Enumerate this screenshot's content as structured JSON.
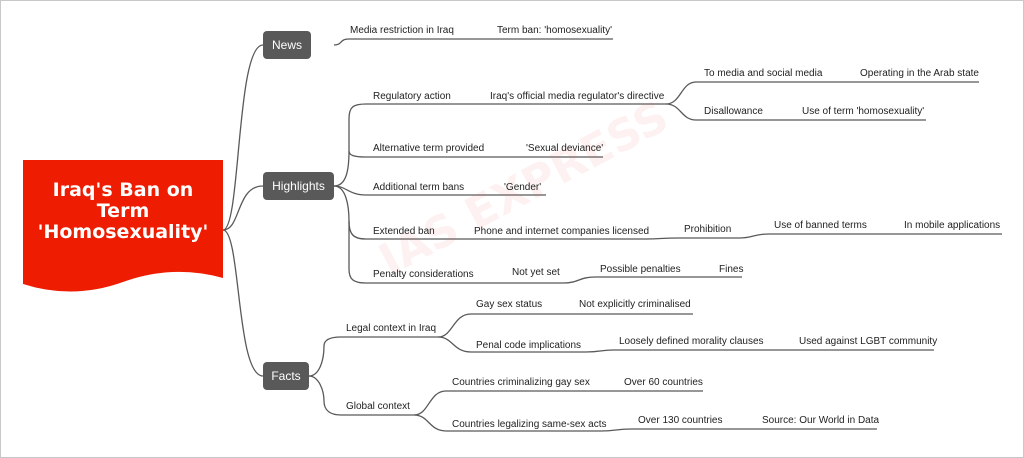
{
  "title": "Iraq's Ban on Term 'Homosexuality'",
  "title_lines": [
    "Iraq's Ban on",
    "Term",
    "'Homosexuality'"
  ],
  "watermark": "IAS EXPRESS",
  "colors": {
    "root": "#ee1c00",
    "branch": "#595959",
    "line": "#595959"
  },
  "news": {
    "label": "News",
    "media_restriction": "Media restriction in Iraq",
    "term_ban": "Term ban: 'homosexuality'"
  },
  "highlights": {
    "label": "Highlights",
    "regulatory_action": "Regulatory action",
    "directive": "Iraq's official media regulator's directive",
    "to_media": "To media and social media",
    "operating": "Operating in the Arab state",
    "disallowance": "Disallowance",
    "use_of_term": "Use of term 'homosexuality'",
    "alternative_term": "Alternative term provided",
    "sexual_deviance": "'Sexual deviance'",
    "additional_bans": "Additional term bans",
    "gender": "'Gender'",
    "extended_ban": "Extended ban",
    "phone_internet": "Phone and internet companies licensed",
    "prohibition": "Prohibition",
    "use_banned": "Use of banned terms",
    "mobile_apps": "In mobile applications",
    "penalty": "Penalty considerations",
    "not_yet_set": "Not yet set",
    "possible_penalties": "Possible penalties",
    "fines": "Fines"
  },
  "facts": {
    "label": "Facts",
    "legal_context": "Legal context in Iraq",
    "gay_sex_status": "Gay sex status",
    "not_criminalised": "Not explicitly criminalised",
    "penal_code": "Penal code implications",
    "morality_clauses": "Loosely defined morality clauses",
    "lgbt": "Used against LGBT community",
    "global_context": "Global context",
    "criminalizing": "Countries criminalizing gay sex",
    "over_60": "Over 60 countries",
    "legalizing": "Countries legalizing same-sex acts",
    "over_130": "Over 130 countries",
    "source": "Source: Our World in Data"
  }
}
